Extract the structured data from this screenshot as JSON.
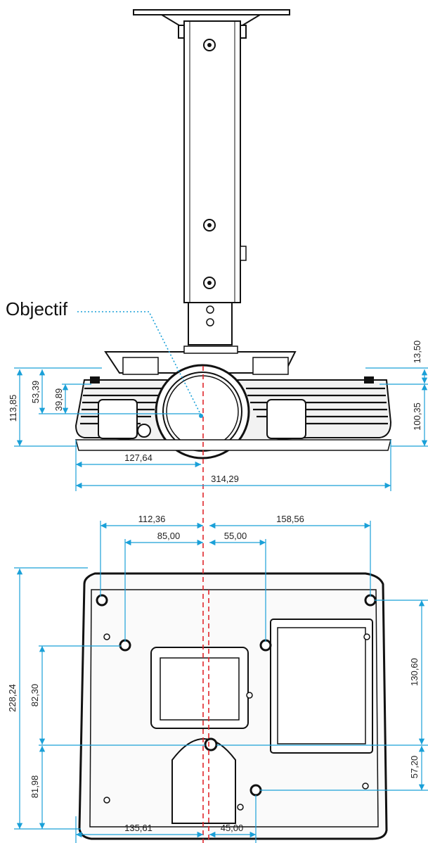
{
  "callout": {
    "label": "Objectif"
  },
  "dimensions": {
    "lens_center_height": "53,39",
    "lens_center_offset": "39,89",
    "projector_height": "113,85",
    "bracket_height": "13,50",
    "projector_body_height": "100,35",
    "lens_to_left": "127,64",
    "overall_width": "314,29",
    "left_mount_span": "112,36",
    "inner_left_span": "85,00",
    "inner_right_span": "55,00",
    "right_mount_span": "158,56",
    "bottom_depth": "228,24",
    "rear_to_center_hole": "82,30",
    "center_hole_to_front": "81,98",
    "right_hole_to_center": "130,60",
    "center_hole_to_bottom_right": "57,20",
    "lower_left_span": "135,61",
    "lower_right_span": "45,00"
  },
  "colors": {
    "dimension_line": "#1aa0d8",
    "center_line": "#e0262b",
    "outline": "#111111"
  }
}
